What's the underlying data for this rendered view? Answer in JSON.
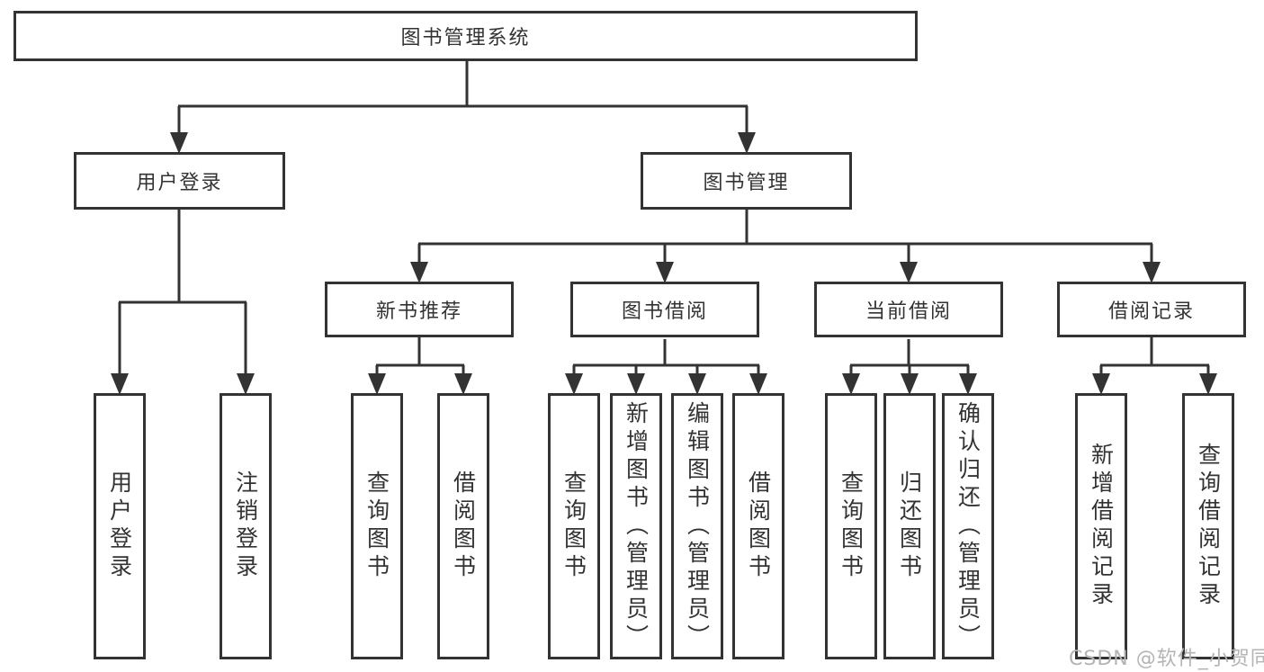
{
  "tree": {
    "label": "图书管理系统",
    "children": [
      {
        "label": "用户登录",
        "children": [
          {
            "label": "用户登录"
          },
          {
            "label": "注销登录"
          }
        ]
      },
      {
        "label": "图书管理",
        "children": [
          {
            "label": "新书推荐",
            "children": [
              {
                "label": "查询图书"
              },
              {
                "label": "借阅图书"
              }
            ]
          },
          {
            "label": "图书借阅",
            "children": [
              {
                "label": "查询图书"
              },
              {
                "label": "新增图书（管理员）"
              },
              {
                "label": "编辑图书（管理员）"
              },
              {
                "label": "借阅图书"
              }
            ]
          },
          {
            "label": "当前借阅",
            "children": [
              {
                "label": "查询图书"
              },
              {
                "label": "归还图书"
              },
              {
                "label": "确认归还（管理员）"
              }
            ]
          },
          {
            "label": "借阅记录",
            "children": [
              {
                "label": "新增借阅记录"
              },
              {
                "label": "查询借阅记录"
              }
            ]
          }
        ]
      }
    ]
  },
  "watermark": {
    "text": "CSDN @软件_小贺同学"
  },
  "colors": {
    "line": "#333333",
    "text": "#333333",
    "box_background": "#ffffff",
    "watermark": "#b4b4b4"
  }
}
